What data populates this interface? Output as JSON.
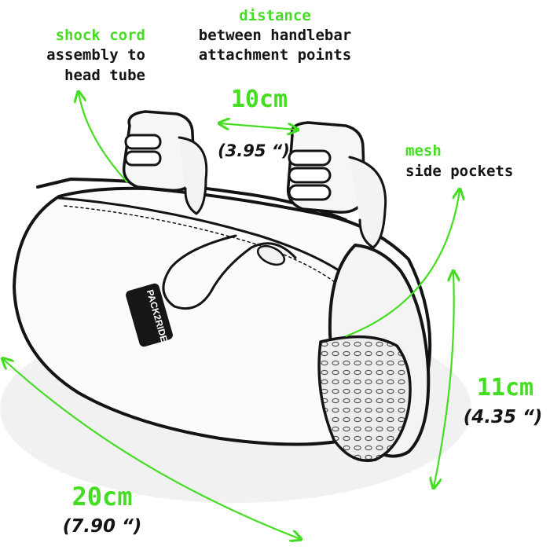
{
  "colors": {
    "accent_green": "#44dd22",
    "ink": "#141414",
    "bag_fill": "#fbfbfb",
    "mesh": "#e9e9e9"
  },
  "labels": {
    "shock_cord": {
      "title": "shock cord",
      "line1": "assembly to",
      "line2": "head tube"
    },
    "distance": {
      "title": "distance",
      "line1": "between handlebar",
      "line2": "attachment points"
    },
    "mesh": {
      "title": "mesh",
      "line1": "side pockets"
    }
  },
  "dimensions": {
    "width": {
      "metric": "10cm",
      "imperial": "(3.95 “)"
    },
    "height": {
      "metric": "11cm",
      "imperial": "(4.35 “)"
    },
    "length": {
      "metric": "20cm",
      "imperial": "(7.90 “)"
    }
  },
  "logo": {
    "text": "PACK2RIDE"
  },
  "icons": [
    "arrow-double-icon",
    "arrow-curved-icon"
  ]
}
